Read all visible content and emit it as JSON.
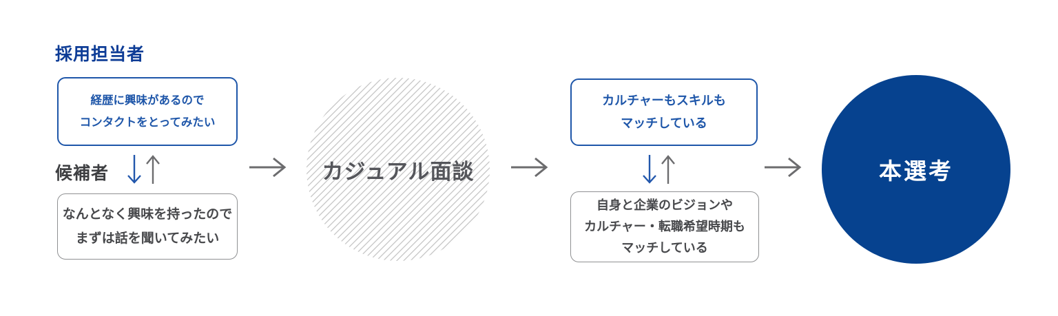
{
  "palette": {
    "background": "#ffffff",
    "heading_blue": "#0d3c96",
    "box_blue": "#1e56a9",
    "navy": "#06428f",
    "label_gray": "#3e3f42",
    "box_gray_text": "#47484b",
    "box_gray_border": "#8f9092",
    "circle_text_gray": "#55565b",
    "arrow_gray": "#6c6c6e",
    "arrow_blue": "#2257ac",
    "hatch_line": "#cbcbcb",
    "circle_title_white": "#ffffff"
  },
  "stage1": {
    "recruiter_label": "採用担当者",
    "recruiter_thought": [
      "経歴に興味があるので",
      "コンタクトをとってみたい"
    ],
    "candidate_label": "候補者",
    "candidate_thought": [
      "なんとなく興味を持ったので",
      "まずは話を聞いてみたい"
    ]
  },
  "stage2": {
    "title": "カジュアル面談"
  },
  "stage3": {
    "recruiter_thought": [
      "カルチャーもスキルも",
      "マッチしている"
    ],
    "candidate_thought": [
      "自身と企業のビジョンや",
      "カルチャー・転職希望時期も",
      "マッチしている"
    ]
  },
  "stage4": {
    "title": "本選考"
  }
}
